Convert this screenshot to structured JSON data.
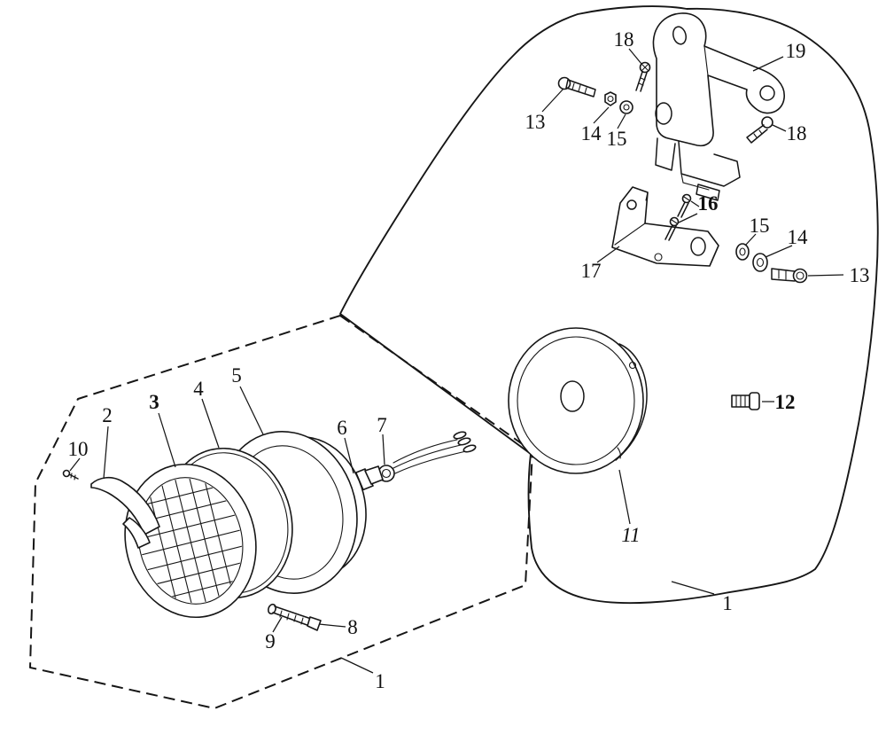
{
  "page": {
    "paper_color": "#ffffff",
    "ink_color": "#161616"
  },
  "diagram": {
    "type": "exploded-parts-diagram",
    "labels": {
      "l18a": "18",
      "l19": "19",
      "l13a": "13",
      "l14a": "14",
      "l15a": "15",
      "l18b": "18",
      "l16": "16",
      "l15b": "15",
      "l14b": "14",
      "l17": "17",
      "l13b": "13",
      "l12": "12",
      "l11": "11",
      "l1a": "1",
      "l10": "10",
      "l2": "2",
      "l3": "3",
      "l4": "4",
      "l5": "5",
      "l6": "6",
      "l7": "7",
      "l9": "9",
      "l8": "8",
      "l1b": "1"
    }
  }
}
